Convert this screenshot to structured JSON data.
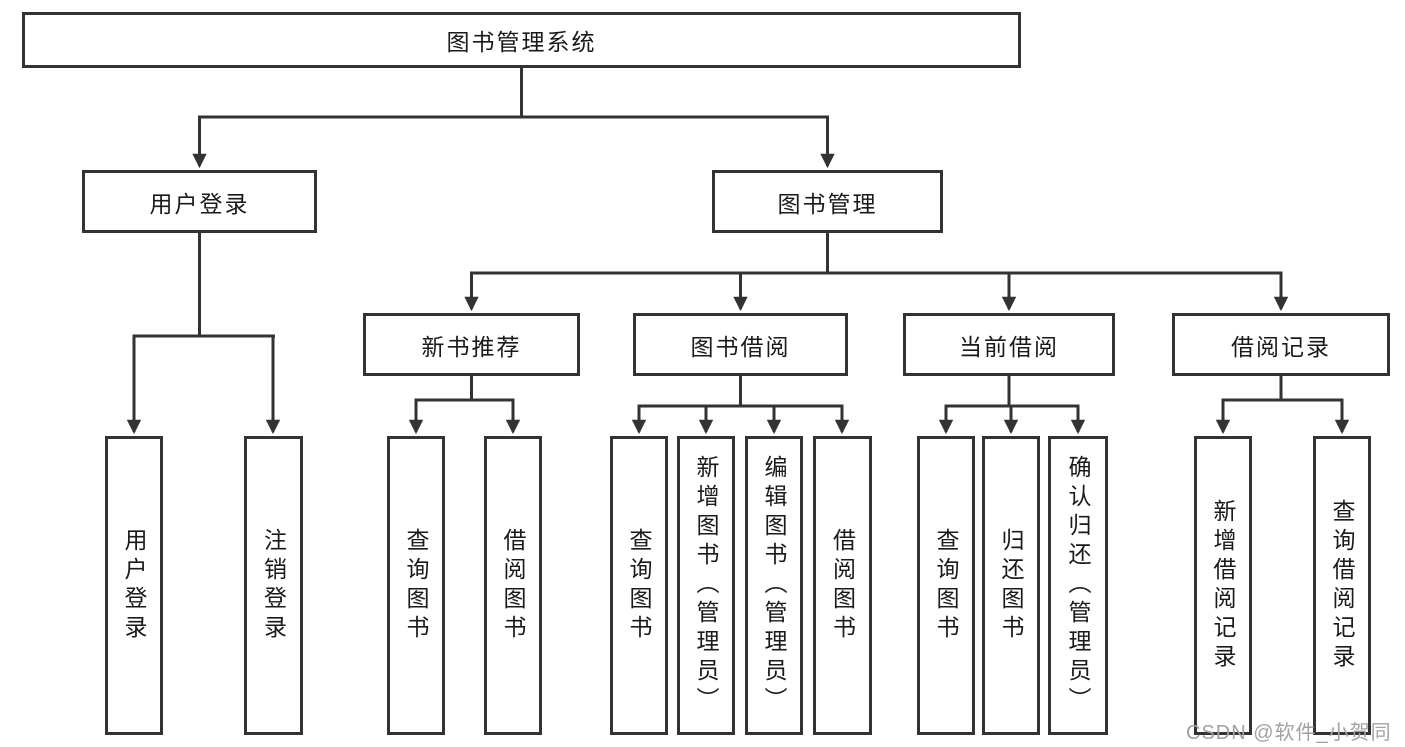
{
  "tree": {
    "root": "图书管理系统",
    "children": [
      {
        "label": "用户登录",
        "children": [
          "用户登录",
          "注销登录"
        ]
      },
      {
        "label": "图书管理",
        "children": [
          {
            "label": "新书推荐",
            "children": [
              "查询图书",
              "借阅图书"
            ]
          },
          {
            "label": "图书借阅",
            "children": [
              "查询图书",
              "新增图书（管理员）",
              "编辑图书（管理员）",
              "借阅图书"
            ]
          },
          {
            "label": "当前借阅",
            "children": [
              "查询图书",
              "归还图书",
              "确认归还（管理员）"
            ]
          },
          {
            "label": "借阅记录",
            "children": [
              "新增借阅记录",
              "查询借阅记录"
            ]
          }
        ]
      }
    ]
  },
  "watermark": {
    "text": "CSDN @软件_小贺同学"
  },
  "colors": {
    "line": "#333333",
    "text": "#1a1a1a",
    "watermark": "#a2a2a2",
    "background": "#ffffff"
  }
}
